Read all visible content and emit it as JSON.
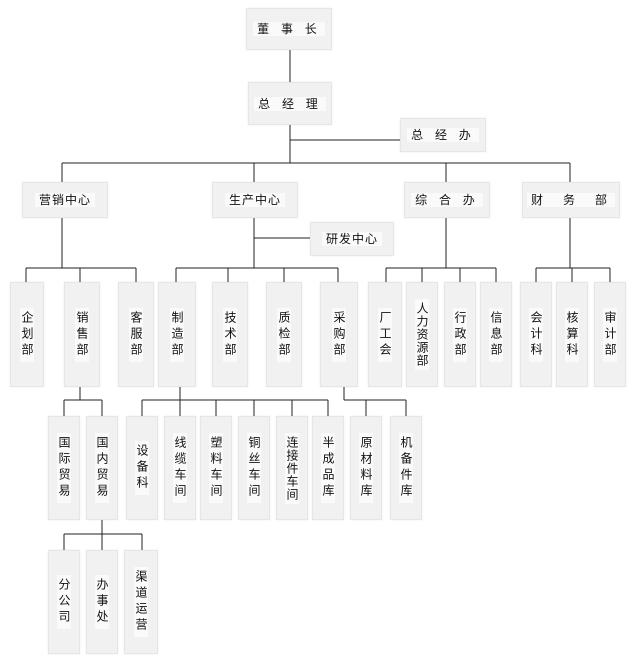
{
  "nodes": {
    "chairman": "董 事 长",
    "gm": "总 经 理",
    "gm_office": "总 经 办",
    "sales_center": "营销中心",
    "production_center": "生产中心",
    "general_office": "综 合 办",
    "finance": "财　务　部",
    "rnd_center": "研发中心",
    "planning": "企划部",
    "sales_dept": "销售部",
    "customer_service": "客服部",
    "manufacturing": "制造部",
    "technical": "技术部",
    "quality": "质检部",
    "procurement": "采购部",
    "union": "厂工会",
    "hr": "人力资源部",
    "admin": "行政部",
    "it": "信息部",
    "accounting": "会计科",
    "costing": "核算科",
    "audit": "审计部",
    "intl_trade": "国际贸易",
    "domestic_trade": "国内贸易",
    "equipment": "设备科",
    "cable_workshop": "线缆车间",
    "plastic_workshop": "塑料车间",
    "copper_workshop": "铜丝车间",
    "connector_workshop": "连接件车间",
    "semi_finished": "半成品库",
    "raw_material": "原材料库",
    "spare_parts": "机备件库",
    "branch": "分公司",
    "office": "办事处",
    "channel_ops": "渠道运营"
  }
}
